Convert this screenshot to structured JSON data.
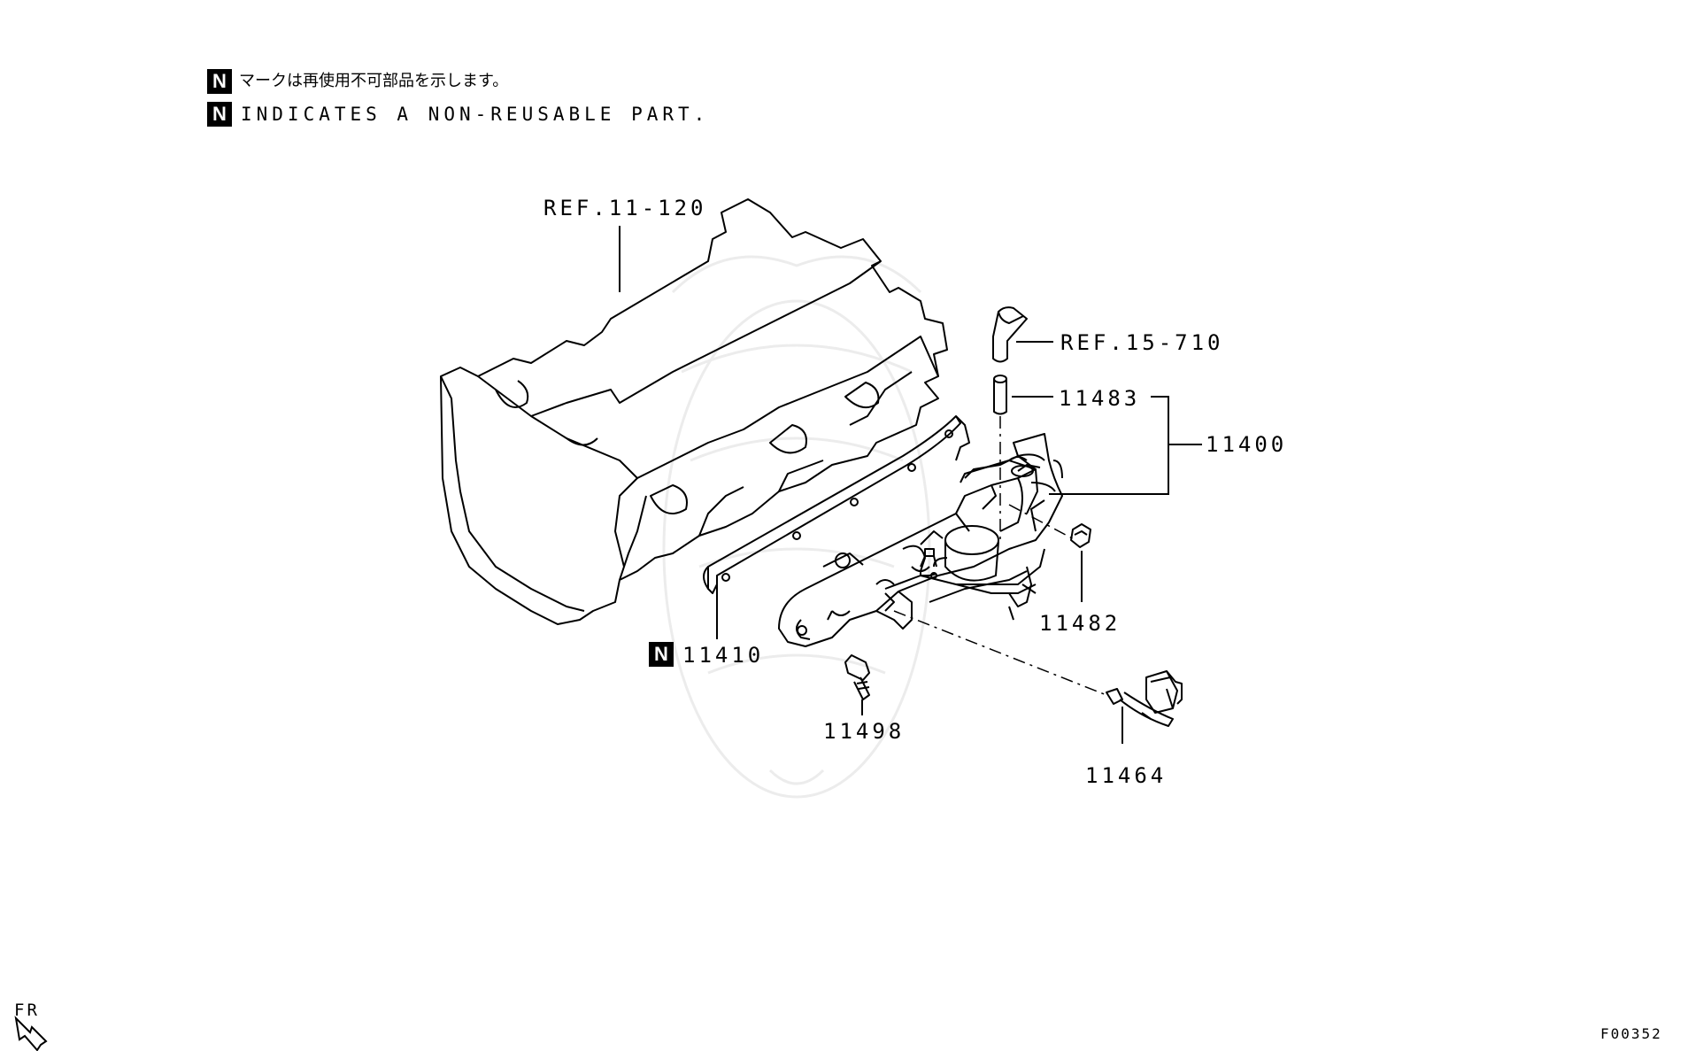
{
  "legend": {
    "marker": "N",
    "note_jp": "マークは再使用不可部品を示します。",
    "note_en": "INDICATES A NON-REUSABLE PART."
  },
  "callouts": {
    "ref_cylinder_head": "REF.11-120",
    "ref_hose": "REF.15-710",
    "p11483": "11483",
    "p11400": "11400",
    "p11482": "11482",
    "p11410": "11410",
    "p11498": "11498",
    "p11464": "11464"
  },
  "direction": "FR",
  "figure_id": "F00352",
  "colors": {
    "line": "#000000",
    "background": "#ffffff",
    "watermark": "#ececec"
  }
}
